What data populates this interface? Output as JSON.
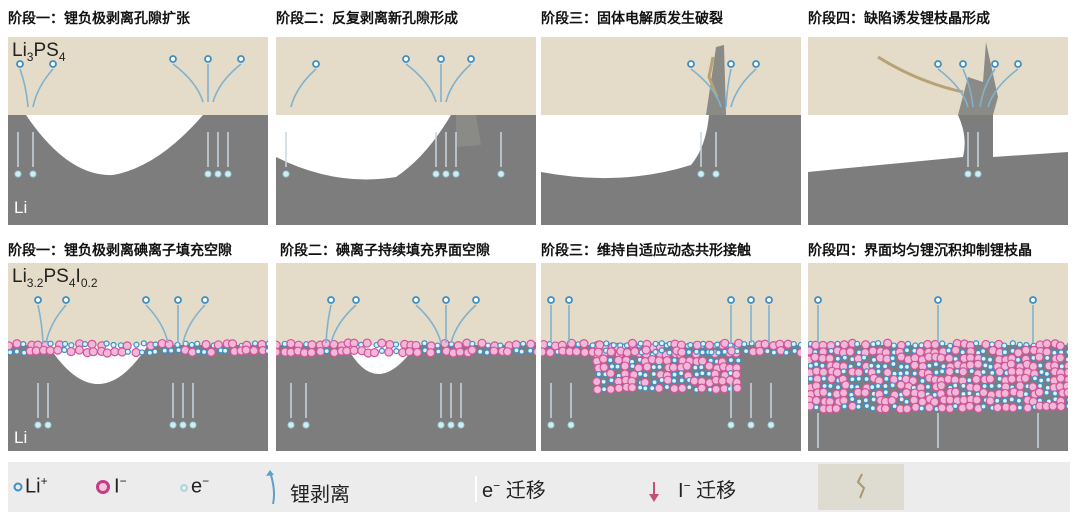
{
  "row1": {
    "titles": [
      "阶段一：锂负极剥离孔隙扩张",
      "阶段二：反复剥离新孔隙形成",
      "阶段三：固体电解质发生破裂",
      "阶段四：缺陷诱发锂枝晶形成"
    ],
    "formula": {
      "a": "Li",
      "s1": "3",
      "b": "PS",
      "s2": "4"
    },
    "anode": "Li"
  },
  "row2": {
    "titles": [
      "阶段一：锂负极剥离碘离子填充空隙",
      "阶段二：碘离子持续填充界面空隙",
      "阶段三：维持自适应动态共形接触",
      "阶段四：界面均匀锂沉积抑制锂枝晶"
    ],
    "formula": {
      "a": "Li",
      "s1": "3.2",
      "b": "PS",
      "s2": "4",
      "c": "I",
      "s3": "0.2"
    },
    "anode": "Li"
  },
  "legend": {
    "li_ion": "Li",
    "li_sup": "+",
    "iodide": "I",
    "iodide_sup": "−",
    "electron": "e",
    "electron_sup": "−",
    "stripping": "锂剥离",
    "e_migration": "迁移",
    "e_label": "e",
    "e_sup": "−",
    "i_migration": "迁移",
    "i_label": "I",
    "i_sup": "−"
  },
  "colors": {
    "electrolyte": "#e4dcc8",
    "anode": "#7d7d7d",
    "li_ion": "#3f8fc4",
    "iodide": "#d2559a",
    "arrow": "#c2507a"
  }
}
